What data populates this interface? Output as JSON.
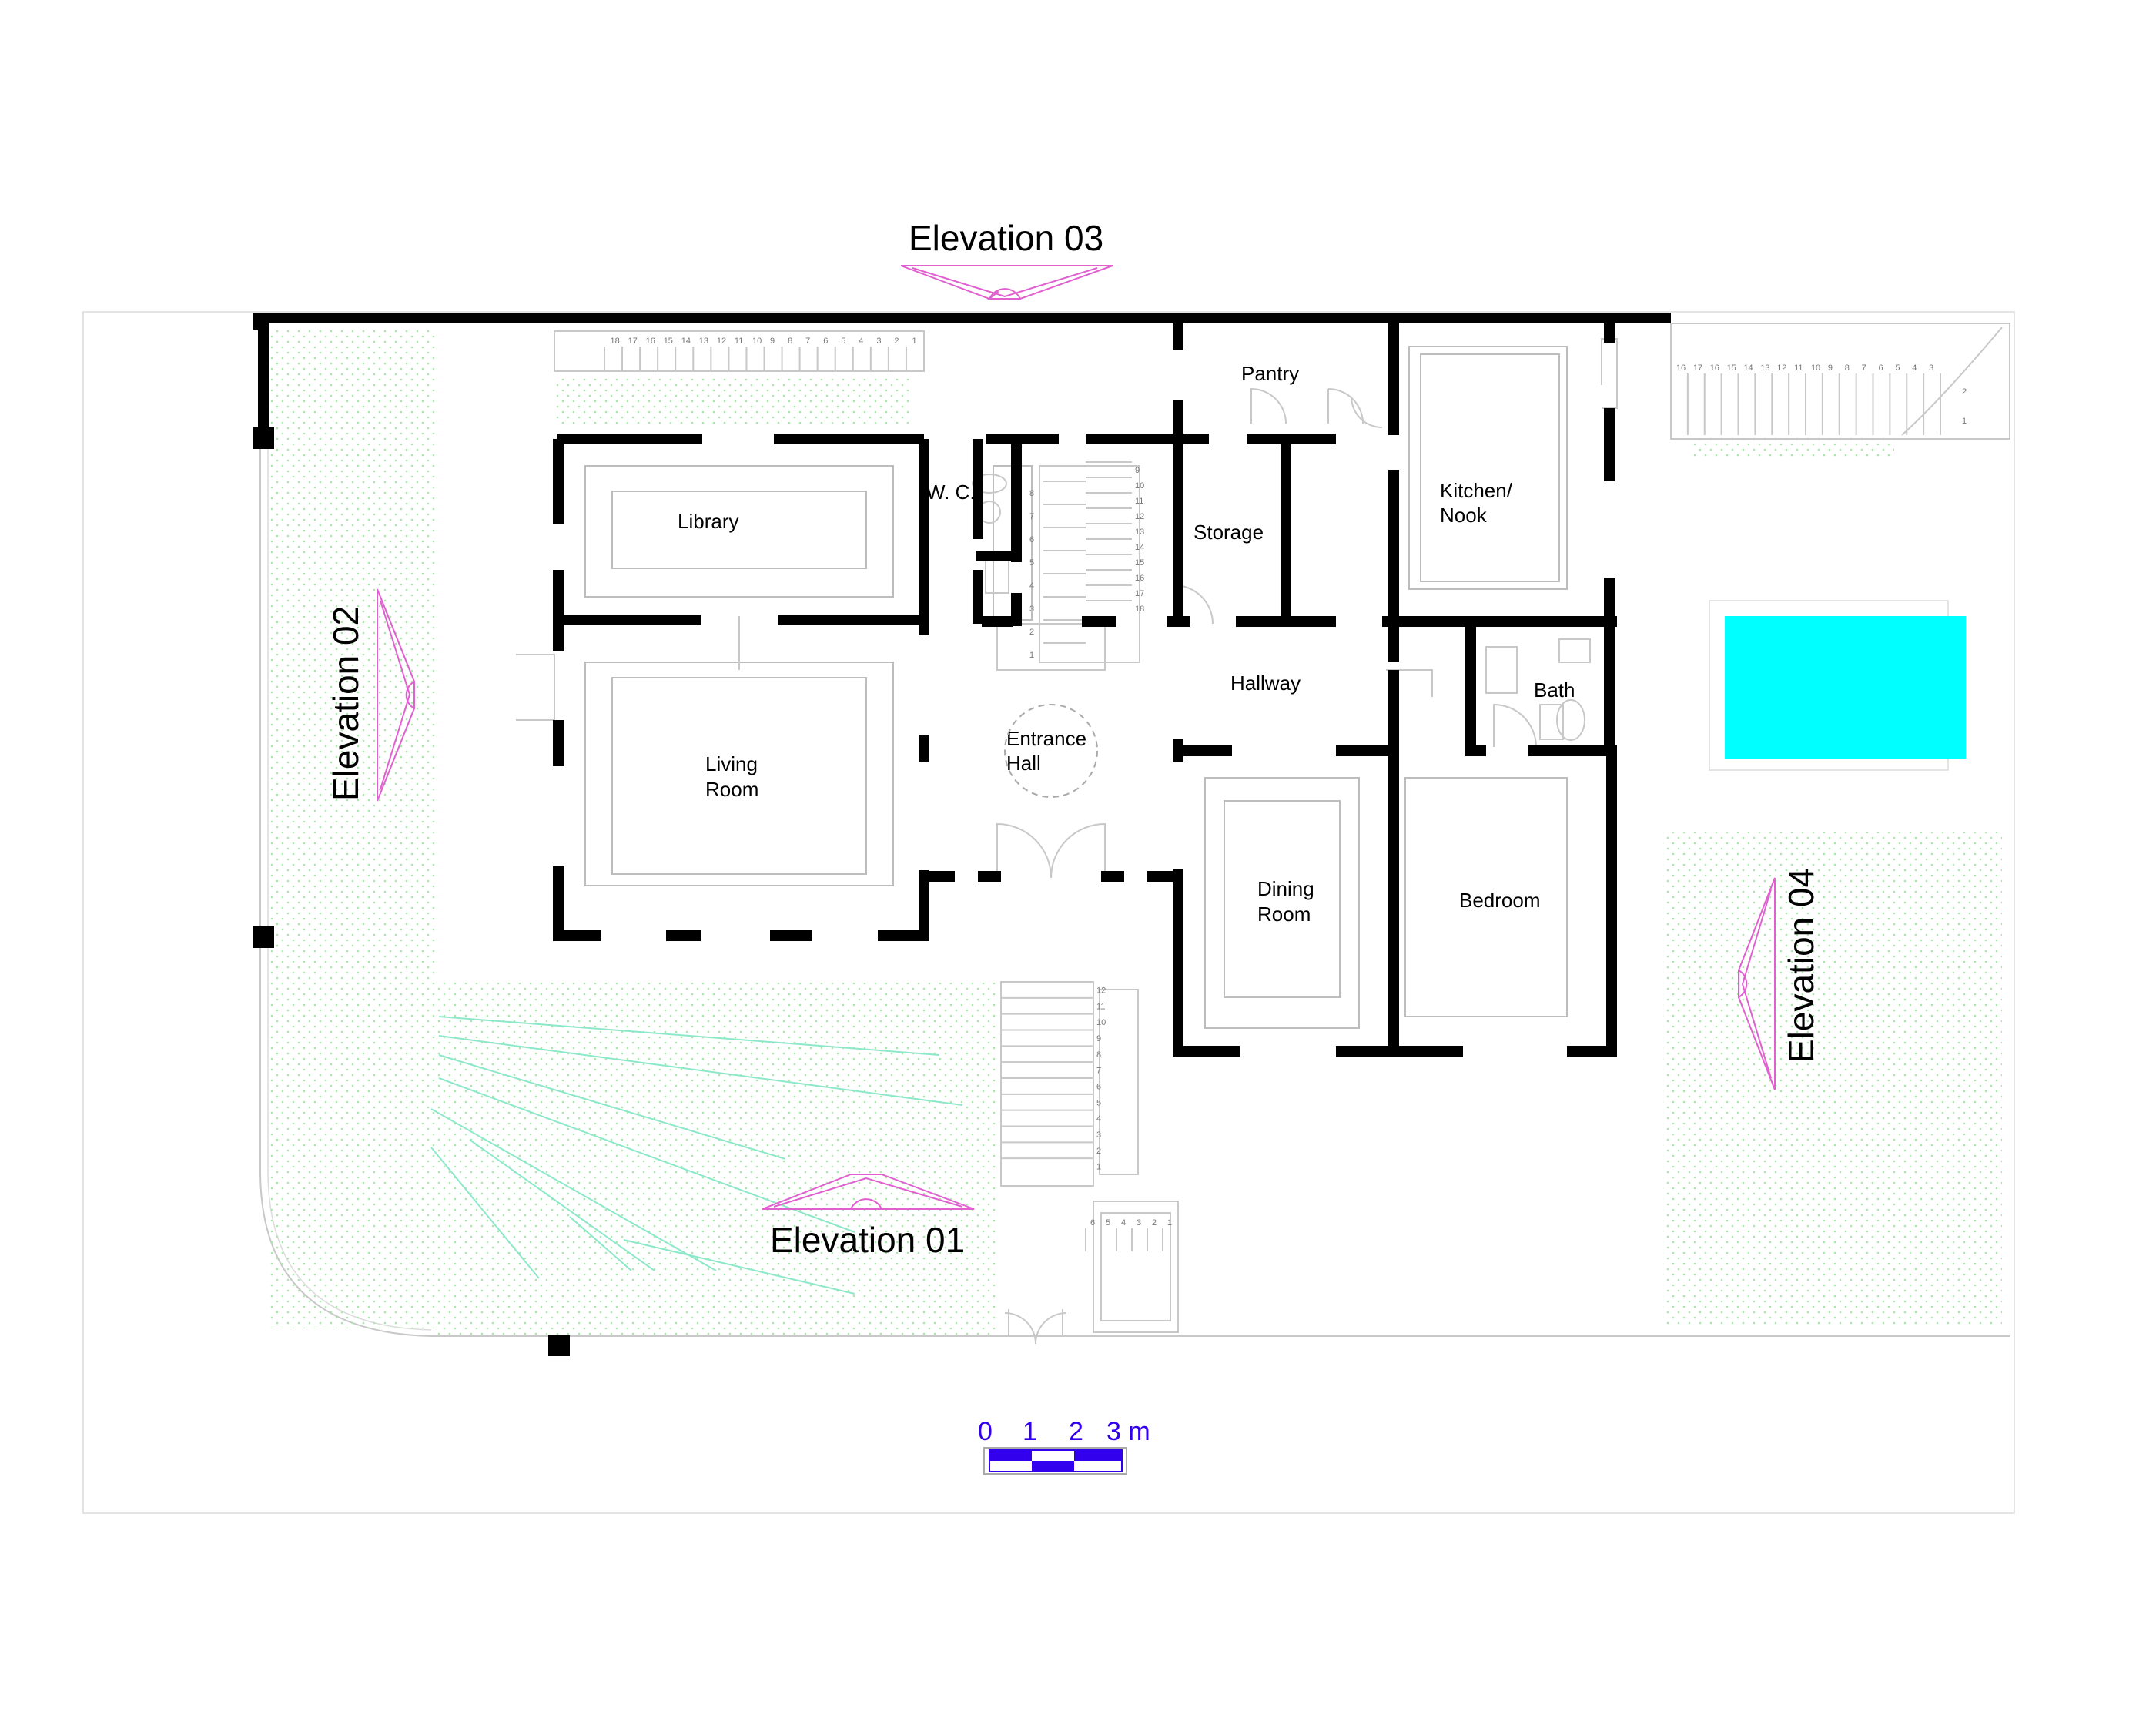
{
  "rooms": {
    "library": "Library",
    "wc": "W. C.",
    "storage": "Storage",
    "pantry": "Pantry",
    "kitchen_line1": "Kitchen/",
    "kitchen_line2": "Nook",
    "hallway": "Hallway",
    "bath": "Bath",
    "entrance_line1": "Entrance",
    "entrance_line2": "Hall",
    "living_line1": "Living",
    "living_line2": "Room",
    "dining_line1": "Dining",
    "dining_line2": "Room",
    "bedroom": "Bedroom"
  },
  "elevations": {
    "e01": "Elevation 01",
    "e02": "Elevation 02",
    "e03": "Elevation 03",
    "e04": "Elevation 04"
  },
  "scale_bar": {
    "labels": [
      "0",
      "1",
      "2",
      "3 m"
    ],
    "color": "#3300ee"
  },
  "pool_color": "#00ffff",
  "stair_top_left": [
    "18",
    "17",
    "16",
    "15",
    "14",
    "13",
    "12",
    "11",
    "10",
    "9",
    "8",
    "7",
    "6",
    "5",
    "4",
    "3",
    "2",
    "1"
  ],
  "stair_top_right": [
    "16",
    "17",
    "16",
    "15",
    "14",
    "13",
    "12",
    "11",
    "10",
    "9",
    "8",
    "7",
    "6",
    "5",
    "4",
    "3"
  ],
  "stair_top_right_side": [
    "2",
    "1"
  ],
  "stair_center_left": [
    "8",
    "7",
    "6",
    "5",
    "4",
    "3",
    "2",
    "1"
  ],
  "stair_center_right": [
    "9",
    "10",
    "11",
    "12",
    "13",
    "14",
    "15",
    "16",
    "17",
    "18"
  ],
  "stair_bottom": [
    "12",
    "11",
    "10",
    "9",
    "8",
    "7",
    "6",
    "5",
    "4",
    "3",
    "2",
    "1"
  ],
  "stair_bottom_small": [
    "6",
    "5",
    "4",
    "3",
    "2",
    "1"
  ]
}
